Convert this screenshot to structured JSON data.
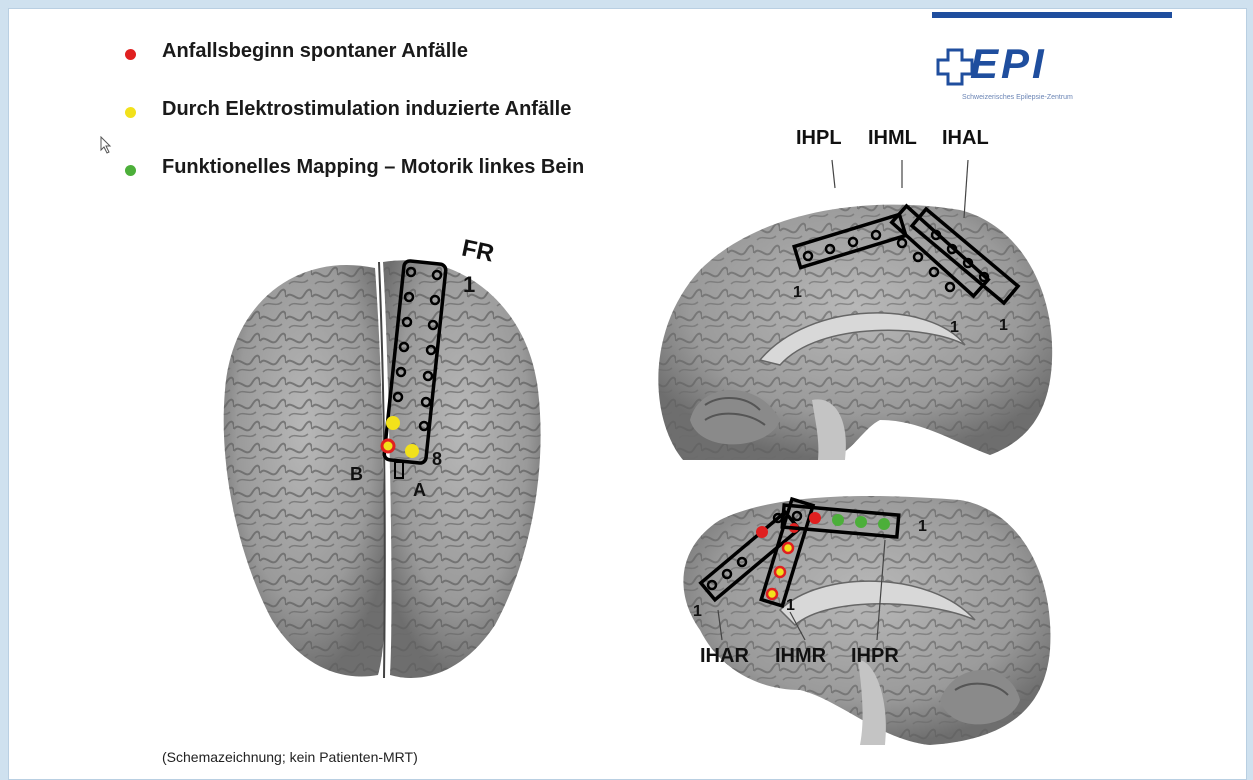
{
  "legend": {
    "items": [
      {
        "label": "Anfallsbeginn spontaner Anfälle",
        "color": "#e02020"
      },
      {
        "label": "Durch Elektrostimulation induzierte Anfälle",
        "color": "#f2e11b"
      },
      {
        "label": "Funktionelles Mapping – Motorik linkes Bein",
        "color": "#4caf3a"
      }
    ]
  },
  "logo": {
    "text": "EPI",
    "subtitle": "Schweizerisches Epilepsie-Zentrum",
    "color": "#1f4e9e"
  },
  "top_view": {
    "strip_label": "FR",
    "electrode_one": "1",
    "electrode_eight": "8",
    "row_a": "A",
    "row_b": "B"
  },
  "sagittal_top": {
    "labels": [
      "IHPL",
      "IHML",
      "IHAL"
    ],
    "electrode_one": "1"
  },
  "sagittal_bottom": {
    "labels": [
      "IHAR",
      "IHMR",
      "IHPR"
    ],
    "electrode_one": "1"
  },
  "caption": "(Schemazeichnung; kein Patienten-MRT)"
}
